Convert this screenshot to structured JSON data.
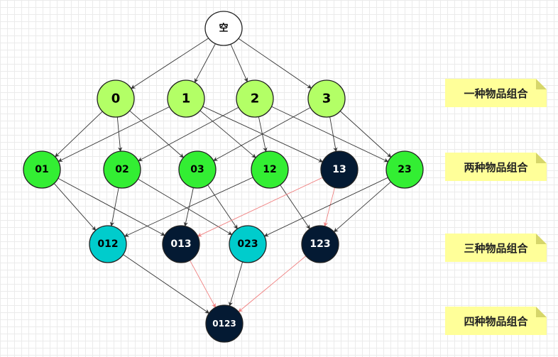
{
  "diagram": {
    "nodes": [
      {
        "id": "empty",
        "label": "空",
        "color": "#ffffff",
        "text_color": "#000000"
      },
      {
        "id": "0",
        "label": "0",
        "color": "#b3ff66",
        "text_color": "#000000"
      },
      {
        "id": "1",
        "label": "1",
        "color": "#b3ff66",
        "text_color": "#000000"
      },
      {
        "id": "2",
        "label": "2",
        "color": "#b3ff66",
        "text_color": "#000000"
      },
      {
        "id": "3",
        "label": "3",
        "color": "#b3ff66",
        "text_color": "#000000"
      },
      {
        "id": "01",
        "label": "01",
        "color": "#33ee33",
        "text_color": "#000000"
      },
      {
        "id": "02",
        "label": "02",
        "color": "#33ee33",
        "text_color": "#000000"
      },
      {
        "id": "03",
        "label": "03",
        "color": "#33ee33",
        "text_color": "#000000"
      },
      {
        "id": "12",
        "label": "12",
        "color": "#33ee33",
        "text_color": "#000000"
      },
      {
        "id": "13",
        "label": "13",
        "color": "#041a33",
        "text_color": "#ffffff"
      },
      {
        "id": "23",
        "label": "23",
        "color": "#33ee33",
        "text_color": "#000000"
      },
      {
        "id": "012",
        "label": "012",
        "color": "#00cccc",
        "text_color": "#000000"
      },
      {
        "id": "013",
        "label": "013",
        "color": "#041a33",
        "text_color": "#ffffff"
      },
      {
        "id": "023",
        "label": "023",
        "color": "#00cccc",
        "text_color": "#000000"
      },
      {
        "id": "123",
        "label": "123",
        "color": "#041a33",
        "text_color": "#ffffff"
      },
      {
        "id": "0123",
        "label": "0123",
        "color": "#041a33",
        "text_color": "#ffffff"
      }
    ],
    "edges": [
      {
        "from": "empty",
        "to": "0",
        "color": "black"
      },
      {
        "from": "empty",
        "to": "1",
        "color": "black"
      },
      {
        "from": "empty",
        "to": "2",
        "color": "black"
      },
      {
        "from": "empty",
        "to": "3",
        "color": "black"
      },
      {
        "from": "0",
        "to": "01",
        "color": "black"
      },
      {
        "from": "0",
        "to": "02",
        "color": "black"
      },
      {
        "from": "0",
        "to": "03",
        "color": "black"
      },
      {
        "from": "1",
        "to": "01",
        "color": "black"
      },
      {
        "from": "1",
        "to": "12",
        "color": "black"
      },
      {
        "from": "1",
        "to": "13",
        "color": "black"
      },
      {
        "from": "2",
        "to": "02",
        "color": "black"
      },
      {
        "from": "2",
        "to": "12",
        "color": "black"
      },
      {
        "from": "2",
        "to": "23",
        "color": "black"
      },
      {
        "from": "3",
        "to": "03",
        "color": "black"
      },
      {
        "from": "3",
        "to": "13",
        "color": "black"
      },
      {
        "from": "3",
        "to": "23",
        "color": "black"
      },
      {
        "from": "01",
        "to": "012",
        "color": "black"
      },
      {
        "from": "01",
        "to": "013",
        "color": "black"
      },
      {
        "from": "02",
        "to": "012",
        "color": "black"
      },
      {
        "from": "02",
        "to": "023",
        "color": "black"
      },
      {
        "from": "03",
        "to": "013",
        "color": "black"
      },
      {
        "from": "03",
        "to": "023",
        "color": "black"
      },
      {
        "from": "12",
        "to": "012",
        "color": "black"
      },
      {
        "from": "12",
        "to": "123",
        "color": "black"
      },
      {
        "from": "13",
        "to": "013",
        "color": "red"
      },
      {
        "from": "13",
        "to": "123",
        "color": "red"
      },
      {
        "from": "23",
        "to": "023",
        "color": "black"
      },
      {
        "from": "23",
        "to": "123",
        "color": "black"
      },
      {
        "from": "012",
        "to": "0123",
        "color": "black"
      },
      {
        "from": "013",
        "to": "0123",
        "color": "red"
      },
      {
        "from": "023",
        "to": "0123",
        "color": "black"
      },
      {
        "from": "123",
        "to": "0123",
        "color": "red"
      }
    ],
    "edge_colors": {
      "black": "#333333",
      "red": "#f08080"
    }
  },
  "level_labels": {
    "one": "一种物品组合",
    "two": "两种物品组合",
    "three": "三种物品组合",
    "four": "四种物品组合"
  },
  "note_color": "#ffff99"
}
